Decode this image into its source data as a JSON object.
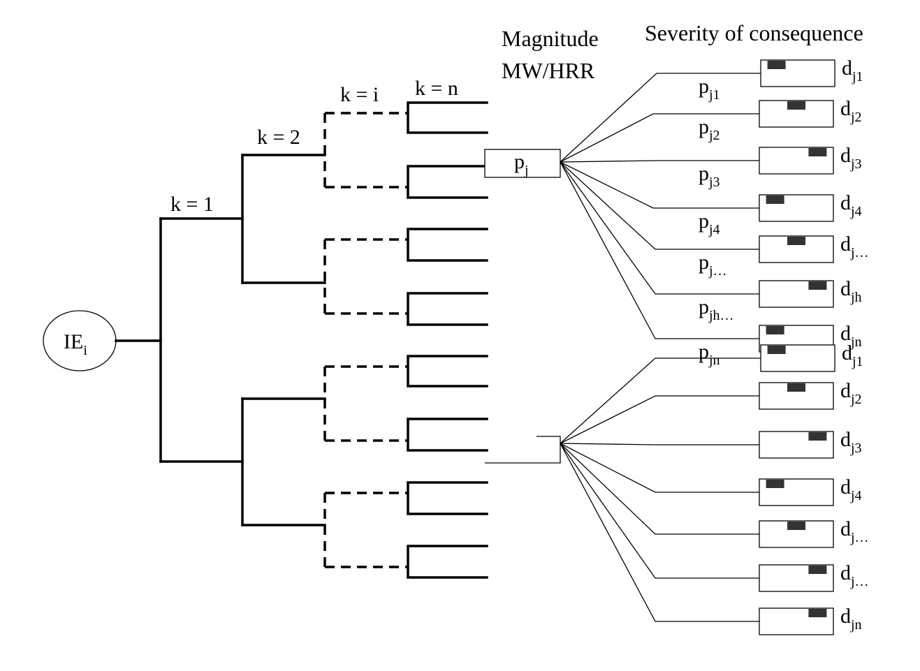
{
  "header": {
    "magnitude_line1": "Magnitude",
    "magnitude_line2": "MW/HRR",
    "severity": "Severity of consequence"
  },
  "tree": {
    "initiating_event": {
      "main": "IE",
      "sub": "i"
    },
    "level_labels": [
      "k = 1",
      "k = 2",
      "k = i",
      "k = n"
    ]
  },
  "magnitude_box": {
    "main": "p",
    "sub": "j"
  },
  "upper_fan": {
    "probabilities": [
      {
        "main": "p",
        "sub": "j1"
      },
      {
        "main": "p",
        "sub": "j2"
      },
      {
        "main": "p",
        "sub": "j3"
      },
      {
        "main": "p",
        "sub": "j4"
      },
      {
        "main": "p",
        "sub": "j…"
      },
      {
        "main": "p",
        "sub": "jh…"
      },
      {
        "main": "p",
        "sub": "jn"
      }
    ],
    "consequences": [
      {
        "main": "d",
        "sub": "j1",
        "mark_position": 0.1
      },
      {
        "main": "d",
        "sub": "j2",
        "mark_position": 0.5
      },
      {
        "main": "d",
        "sub": "j3",
        "mark_position": 0.9
      },
      {
        "main": "d",
        "sub": "j4",
        "mark_position": 0.1
      },
      {
        "main": "d",
        "sub": "j…",
        "mark_position": 0.5
      },
      {
        "main": "d",
        "sub": "jh",
        "mark_position": 0.9
      },
      {
        "main": "d",
        "sub": "jn",
        "mark_position": 0.1
      }
    ]
  },
  "lower_fan": {
    "consequences": [
      {
        "main": "d",
        "sub": "j1",
        "mark_position": 0.1
      },
      {
        "main": "d",
        "sub": "j2",
        "mark_position": 0.5
      },
      {
        "main": "d",
        "sub": "j3",
        "mark_position": 0.9
      },
      {
        "main": "d",
        "sub": "j4",
        "mark_position": 0.1
      },
      {
        "main": "d",
        "sub": "j…",
        "mark_position": 0.5
      },
      {
        "main": "d",
        "sub": "j…",
        "mark_position": 0.9
      },
      {
        "main": "d",
        "sub": "jn",
        "mark_position": 0.9
      }
    ]
  }
}
